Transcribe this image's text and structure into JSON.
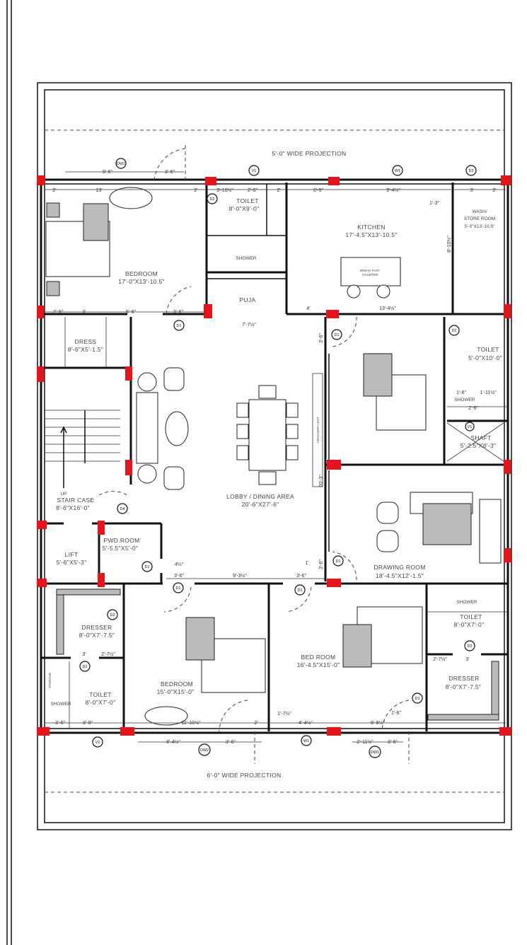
{
  "projections": {
    "top": "5'-0\" WIDE PROJECTION",
    "bottom": "6'-0\" WIDE PROJECTION"
  },
  "colors": {
    "column": "#e8141b",
    "wall": "#111111"
  },
  "rooms": {
    "bedroom1": {
      "name": "BEDROOM",
      "size": "17'-0\"X13'-10.5\""
    },
    "toilet1": {
      "name": "TOILET",
      "size": "8'-0\"X9'-0\""
    },
    "shower1": {
      "name": "SHOWER"
    },
    "puja": {
      "name": "PUJA"
    },
    "kitchen": {
      "name": "KITCHEN",
      "size": "17'-4.5\"X13'-10.5\""
    },
    "breakfast": {
      "line1": "BREAK FAST",
      "line2": "COUNTER"
    },
    "wash": {
      "line1": "WASH/",
      "line2": "STORE ROOM",
      "size": "5'-0\"X13'-10.5\""
    },
    "dress": {
      "name": "DRESS",
      "size": "8'-6\"X5'-1.5\""
    },
    "stair": {
      "up": "UP",
      "name": "STAIR CASE",
      "size": "8'-6\"X16'-0\""
    },
    "lift": {
      "name": "LIFT",
      "size": "5'-6\"X5'-3\""
    },
    "pwd": {
      "name": "PWD.ROOM",
      "size": "5'-5.5\"X5'-0\""
    },
    "lobby": {
      "name": "LOBBY / DINING AREA",
      "size": "20'-6\"X27'-6\""
    },
    "toilet2": {
      "name": "TOILET",
      "size": "5'-0\"X10'-0\""
    },
    "shower2": {
      "name": "SHOWER"
    },
    "shaft": {
      "name": "SHAFT",
      "size": "5'-2.5\"X6'-3\""
    },
    "crockery": {
      "name": "CROCKERY UNIT"
    },
    "drawing": {
      "name": "DRAWING ROOM",
      "size": "18'-4.5\"X12'-1.5\""
    },
    "dresser3": {
      "name": "DRESSER",
      "size": "8'-0\"X7'-7.5\""
    },
    "toilet3": {
      "name": "TOILET",
      "size": "8'-0\"X7'-0\""
    },
    "shower3": {
      "name": "SHOWER"
    },
    "storage": {
      "name": "STORAGE"
    },
    "bedroom3": {
      "name": "BEDROOM",
      "size": "15'-0\"X15'-0\""
    },
    "bedroom4": {
      "name": "BED ROOM",
      "size": "16'-4.5\"X15'-0\""
    },
    "dresser4": {
      "name": "DRESSER",
      "size": "8'-0\"X7'-7.5\""
    },
    "toilet4": {
      "name": "TOILET",
      "size": "8'-0\"X7'-0\""
    },
    "shower4": {
      "name": "SHOWER"
    }
  },
  "tags": {
    "dw1_top": "DW1",
    "v1_top": "V1",
    "w1_top": "W1",
    "d2_wash": "D2",
    "d2_toilet1": "D2",
    "d1_bed1": "D1",
    "d1_bed2": "D1",
    "d2_toilet2": "D2",
    "v1_shaft": "V1",
    "d4_stair": "D4",
    "d1_pwd": "D1",
    "d1_drawing": "D1",
    "d1_bed3": "D1",
    "d1_bed4": "D1",
    "d2_dresser3": "D2",
    "d2_toilet3": "D2",
    "d2_toilet4": "D2",
    "d1_dresser4": "D1",
    "v2_bottom": "V2",
    "dw2_bottom": "DW2",
    "w1_bottom": "W1",
    "dw1_bottom": "DW1"
  },
  "dimensions": {
    "t1": "9'-6\"",
    "t2": "3'-6\"",
    "t3": "2'",
    "t4": "13'",
    "t5": "2'",
    "t6": "3'-10½\"",
    "t7": "2'-6\"",
    "t8": "2'",
    "t9": "6'-9\"",
    "t10": "9'-4½\"",
    "t11": "3'",
    "t12": "2'",
    "t13": "1'-3\"",
    "t14": "8'-10½\"",
    "m1": "2'-9\"",
    "m2": "3'",
    "m3": "6'-6\"",
    "m4": "3'-6\"",
    "m5": "7'-7½\"",
    "m6": "4'",
    "m7": "13'-4½\"",
    "l1": "3'-6\"",
    "l2": "20'-3\"",
    "l3": "3'-6\"",
    "l4": "1'-6\"",
    "l5": "1'-11½\"",
    "l6": "2'-6\"",
    "l7": "4½\"",
    "l8": "3'-6\"",
    "l9": "9'-3½\"",
    "l10": "3'-6\"",
    "l11": "1'",
    "b1": "3'",
    "b2": "2'-7½\"",
    "b3": "3'-6\"",
    "b4": "3'-9\"",
    "b5": "11'-10½\"",
    "b6": "2'",
    "b7": "1'-7½\"",
    "b8": "4'-4½\"",
    "b9": "6'-8½\"",
    "b10": "1'-8\"",
    "b11": "2'-7½\"",
    "b12": "3'",
    "b13": "8'-4½\"",
    "b14": "3'-6\"",
    "b15": "2'-11½\"",
    "b16": "3'-6\""
  }
}
